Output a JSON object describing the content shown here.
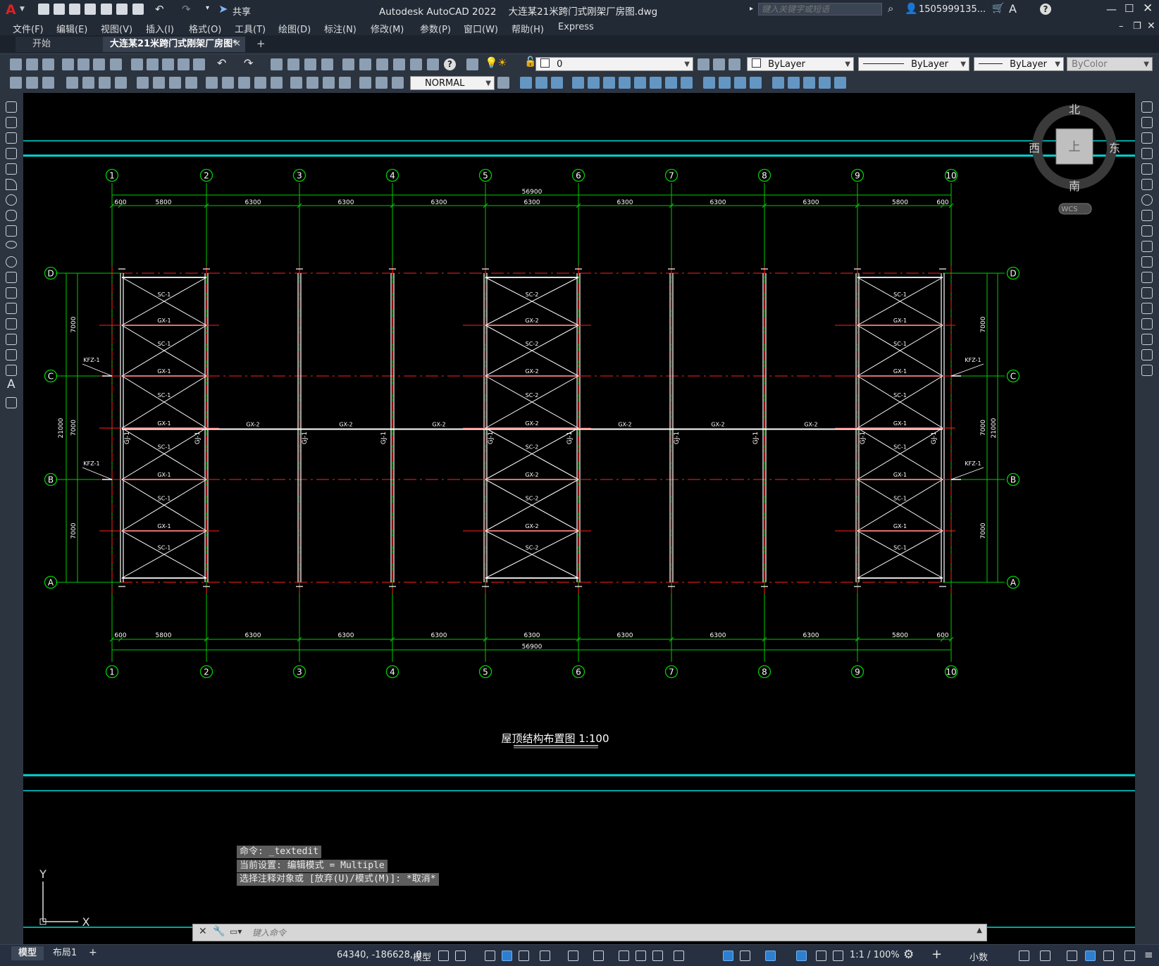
{
  "app": {
    "title": "Autodesk AutoCAD 2022    大连某21米跨门式刚架厂房图.dwg",
    "search_placeholder": "键入关键字或短语",
    "user": "1505999135...",
    "share": "共享",
    "logo": "A"
  },
  "menu": [
    "文件(F)",
    "编辑(E)",
    "视图(V)",
    "插入(I)",
    "格式(O)",
    "工具(T)",
    "绘图(D)",
    "标注(N)",
    "修改(M)",
    "参数(P)",
    "窗口(W)",
    "帮助(H)",
    "Express"
  ],
  "tabs": [
    {
      "label": "开始"
    },
    {
      "label": "大连某21米跨门式刚架厂房图*"
    }
  ],
  "toolbar": {
    "layer_value": "0",
    "color_value": "ByLayer",
    "linetype_value": "ByLayer",
    "lineweight_value": "ByLayer",
    "plotstyle_value": "ByColor",
    "textstyle_value": "NORMAL"
  },
  "viewcube": {
    "north": "北",
    "south": "南",
    "east": "东",
    "west": "西",
    "top": "上",
    "wcs": "WCS"
  },
  "drawing": {
    "title": "屋顶结构布置图 1:100",
    "grid_numbers": [
      "1",
      "2",
      "3",
      "4",
      "5",
      "6",
      "7",
      "8",
      "9",
      "10"
    ],
    "grid_letters": [
      "A",
      "B",
      "C",
      "D"
    ],
    "spans": [
      "600",
      "5800",
      "6300",
      "6300",
      "6300",
      "6300",
      "6300",
      "6300",
      "6300",
      "5800",
      "600"
    ],
    "total": "56900",
    "vertical_spans": [
      "7000",
      "7000",
      "7000"
    ],
    "vertical_total": "21000",
    "labels": {
      "sc1": "SC-1",
      "sc2": "SC-2",
      "gx1": "GX-1",
      "gx2": "GX-2",
      "gj1": "GJ-1",
      "kfz1": "KFZ-1"
    }
  },
  "ucs": {
    "x": "X",
    "y": "Y"
  },
  "command": {
    "history": [
      "命令:  _textedit",
      "当前设置: 编辑模式 = Multiple",
      "选择注释对象或 [放弃(U)/模式(M)]: *取消*"
    ],
    "placeholder": "键入命令"
  },
  "layout_tabs": [
    "模型",
    "布局1"
  ],
  "status": {
    "coords": "64340, -186628, 0",
    "model": "模型",
    "scale": "1:1 / 100%",
    "units": "小数"
  },
  "colors": {
    "grid": "#00cc00",
    "beam": "#ffffff",
    "axis_red": "#ff2020",
    "frame": "#00d7d7",
    "canvas": "#000000"
  }
}
